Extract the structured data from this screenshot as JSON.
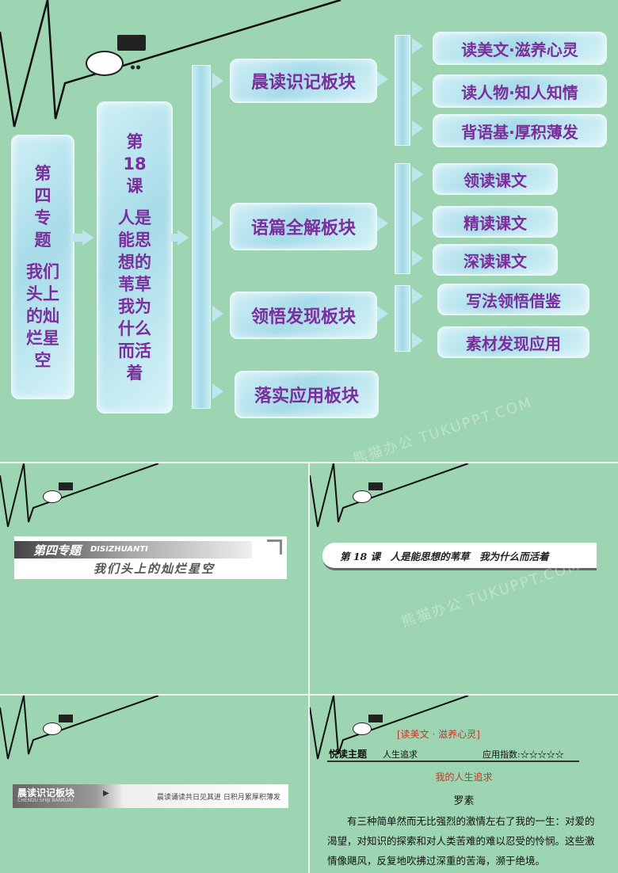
{
  "slide1": {
    "topic_box": [
      "第",
      "四",
      "专",
      "题",
      "",
      "我们",
      "头上",
      "的灿",
      "烂星",
      "空"
    ],
    "lesson_box": [
      "第",
      "18",
      "课",
      "",
      "人是",
      "能思",
      "想的",
      "苇草",
      "我为",
      "什么",
      "而活",
      "着"
    ],
    "sections": [
      {
        "label": "晨读识记板块",
        "items": [
          "读美文·滋养心灵",
          "读人物·知人知情",
          "背语基·厚积薄发"
        ]
      },
      {
        "label": "语篇全解板块",
        "items": [
          "领读课文",
          "精读课文",
          "深读课文"
        ]
      },
      {
        "label": "领悟发现板块",
        "items": [
          "写法领悟借鉴",
          "素材发现应用"
        ]
      },
      {
        "label": "落实应用板块",
        "items": []
      }
    ]
  },
  "watermark": "熊猫办公 TUKUPPT.COM",
  "slide2": {
    "banner_main": "第四专题",
    "banner_pinyin": "DISIZHUANTI",
    "banner_sub": "我们头上的灿烂星空"
  },
  "slide3": {
    "banner_text": "第 18 课　人是能思想的苇草　我为什么而活着"
  },
  "slide4": {
    "banner_main": "晨读识记板块",
    "banner_pinyin": "CHENDU SHIJI BANKUAI",
    "banner_sub": "晨读诵读共日见其进  日积月累厚积薄发"
  },
  "slide5": {
    "header": "[读美文 · 滋养心灵]",
    "theme_label": "悦读主题",
    "theme_value": "人生追求",
    "index_label": "应用指数:☆☆☆☆☆",
    "article_title": "我的人生追求",
    "author": "罗素",
    "paragraph": "有三种简单然而无比强烈的激情左右了我的一生：对爱的渴望，对知识的探索和对人类苦难的难以忍受的怜悯。这些激情像飓风，反复地吹拂过深重的苦海，濒于绝境。"
  }
}
